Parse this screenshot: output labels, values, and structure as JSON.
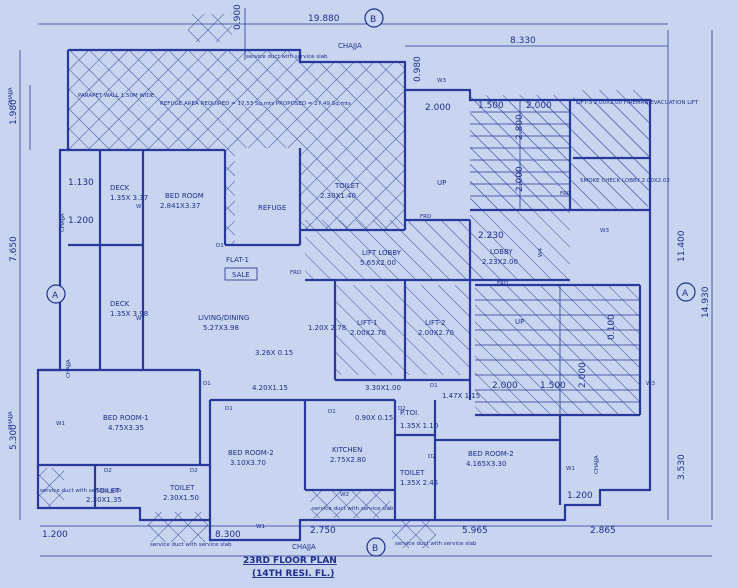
{
  "colors": {
    "background": "#c9d5ee",
    "ink": "#1c2f8f",
    "wall": "#27399c",
    "hatch": "#3a4ca8"
  },
  "dimensions": {
    "top_total": "19.880",
    "top_right": "8.330",
    "top_small_a": "0.900",
    "top_small_b": "0.980",
    "left_1": "1.980",
    "left_2": "7.650",
    "left_3": "5.300",
    "left_a": "1.130",
    "left_b": "1.200",
    "right_1": "11.400",
    "right_2": "14.930",
    "right_3": "3.530",
    "bottom_1": "1.200",
    "bottom_2": "8.300",
    "bottom_3": "2.750",
    "bottom_4": "5.965",
    "bottom_5": "2.865",
    "stair_a": "2.000",
    "stair_b": "1.500",
    "stair_c": "2.000",
    "stair_d": "2.800",
    "stair_e": "2.000",
    "stair_f": "2.230",
    "stair_g": "2.000",
    "stair_h": "1.500",
    "stair_i": "2.000",
    "stair_j": "0.100",
    "bed_right_1200": "1.200"
  },
  "grid": {
    "b_top": "B",
    "b_bottom": "B",
    "a_left": "A",
    "a_right": "A"
  },
  "labels": {
    "chajja": "CHAJJA",
    "service_duct": "service duct with service slab",
    "parapet": "PARAPET WALL 1.50M WIDE",
    "refuge_area": "REFUGE AREA REQUIRED = 17.53 Sq.mts PROPOSED = 27.49 Sq.mts",
    "refuge": "REFUGE",
    "deck1_name": "DECK",
    "deck1_size": "1.35X 3.37",
    "deck2_name": "DECK",
    "deck2_size": "1.35X 3.98",
    "bed_room_name": "BED ROOM",
    "bed_room_size": "2.841X3.37",
    "toilet_top_name": "TOILET",
    "toilet_top_size": "2.30X1.40",
    "flat": "FLAT-1",
    "sale": "SALE",
    "living_name": "LIVING/DINING",
    "living_size": "5.27X3.98",
    "passage": "1.20X 2.78",
    "niche": "3.26X 0.15",
    "corr_1": "4.20X1.15",
    "corr_2": "3.30X1.00",
    "corr_3": "1.47X 1.15",
    "bed1_name": "BED ROOM-1",
    "bed1_size": "4.75X3.35",
    "bed2_name": "BED ROOM-2",
    "bed2_size": "3.10X3.70",
    "kitchen_name": "KITCHEN",
    "kitchen_size": "2.75X2.80",
    "small_1": "0.90X 0.15",
    "ptoi_name": "P.TOI.",
    "ptoi_size": "1.35X 1.10",
    "toilet_mid_name": "TOILET",
    "toilet_mid_size": "1.35X 2.45",
    "bed3_name": "BED ROOM-2",
    "bed3_size": "4.165X3.30",
    "toilet_bl_name": "TOILET",
    "toilet_bl_size": "2.30X1.35",
    "toilet_bm_name": "TOILET",
    "toilet_bm_size": "2.30X1.50",
    "lift_lobby_name": "LIFT LOBBY",
    "lift_lobby_size": "5.65X2.00",
    "lobby_name": "LOBBY",
    "lobby_size": "2.23X2.00",
    "lift1_name": "LIFT-1",
    "lift1_size": "2.00X2.70",
    "lift2_name": "LIFT-2",
    "lift2_size": "2.00X2.70",
    "lift3": "LIFT-3 2.00X2.00 FIREMAN EVACUATION LIFT",
    "smoke": "SMOKE CHECK LOBBY 2.00X2.02",
    "up": "UP",
    "frd": "FRD",
    "d1": "D1",
    "d2": "D2",
    "w": "W",
    "w1": "W1",
    "w2": "W2",
    "w3": "W3",
    "w4": "W4",
    "title": "23RD FLOOR PLAN",
    "subtitle": "(14TH RESI. FL.)"
  }
}
